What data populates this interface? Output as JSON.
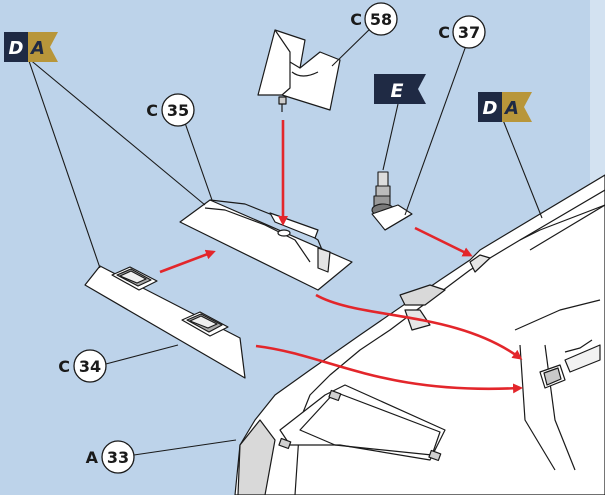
{
  "parts": [
    {
      "prefix": "C",
      "number": "58"
    },
    {
      "prefix": "C",
      "number": "37"
    },
    {
      "prefix": "C",
      "number": "35"
    },
    {
      "prefix": "C",
      "number": "34"
    },
    {
      "prefix": "A",
      "number": "33"
    }
  ],
  "flags": [
    {
      "letter1": "D",
      "letter2": "A"
    },
    {
      "letter1": "E"
    },
    {
      "letter1": "D",
      "letter2": "A"
    }
  ],
  "colors": {
    "background": "#bdd3ea",
    "arrow": "#e3262b",
    "flag_dark": "#1f2a44",
    "flag_gold": "#b8963a",
    "line": "#1a1a1a"
  }
}
